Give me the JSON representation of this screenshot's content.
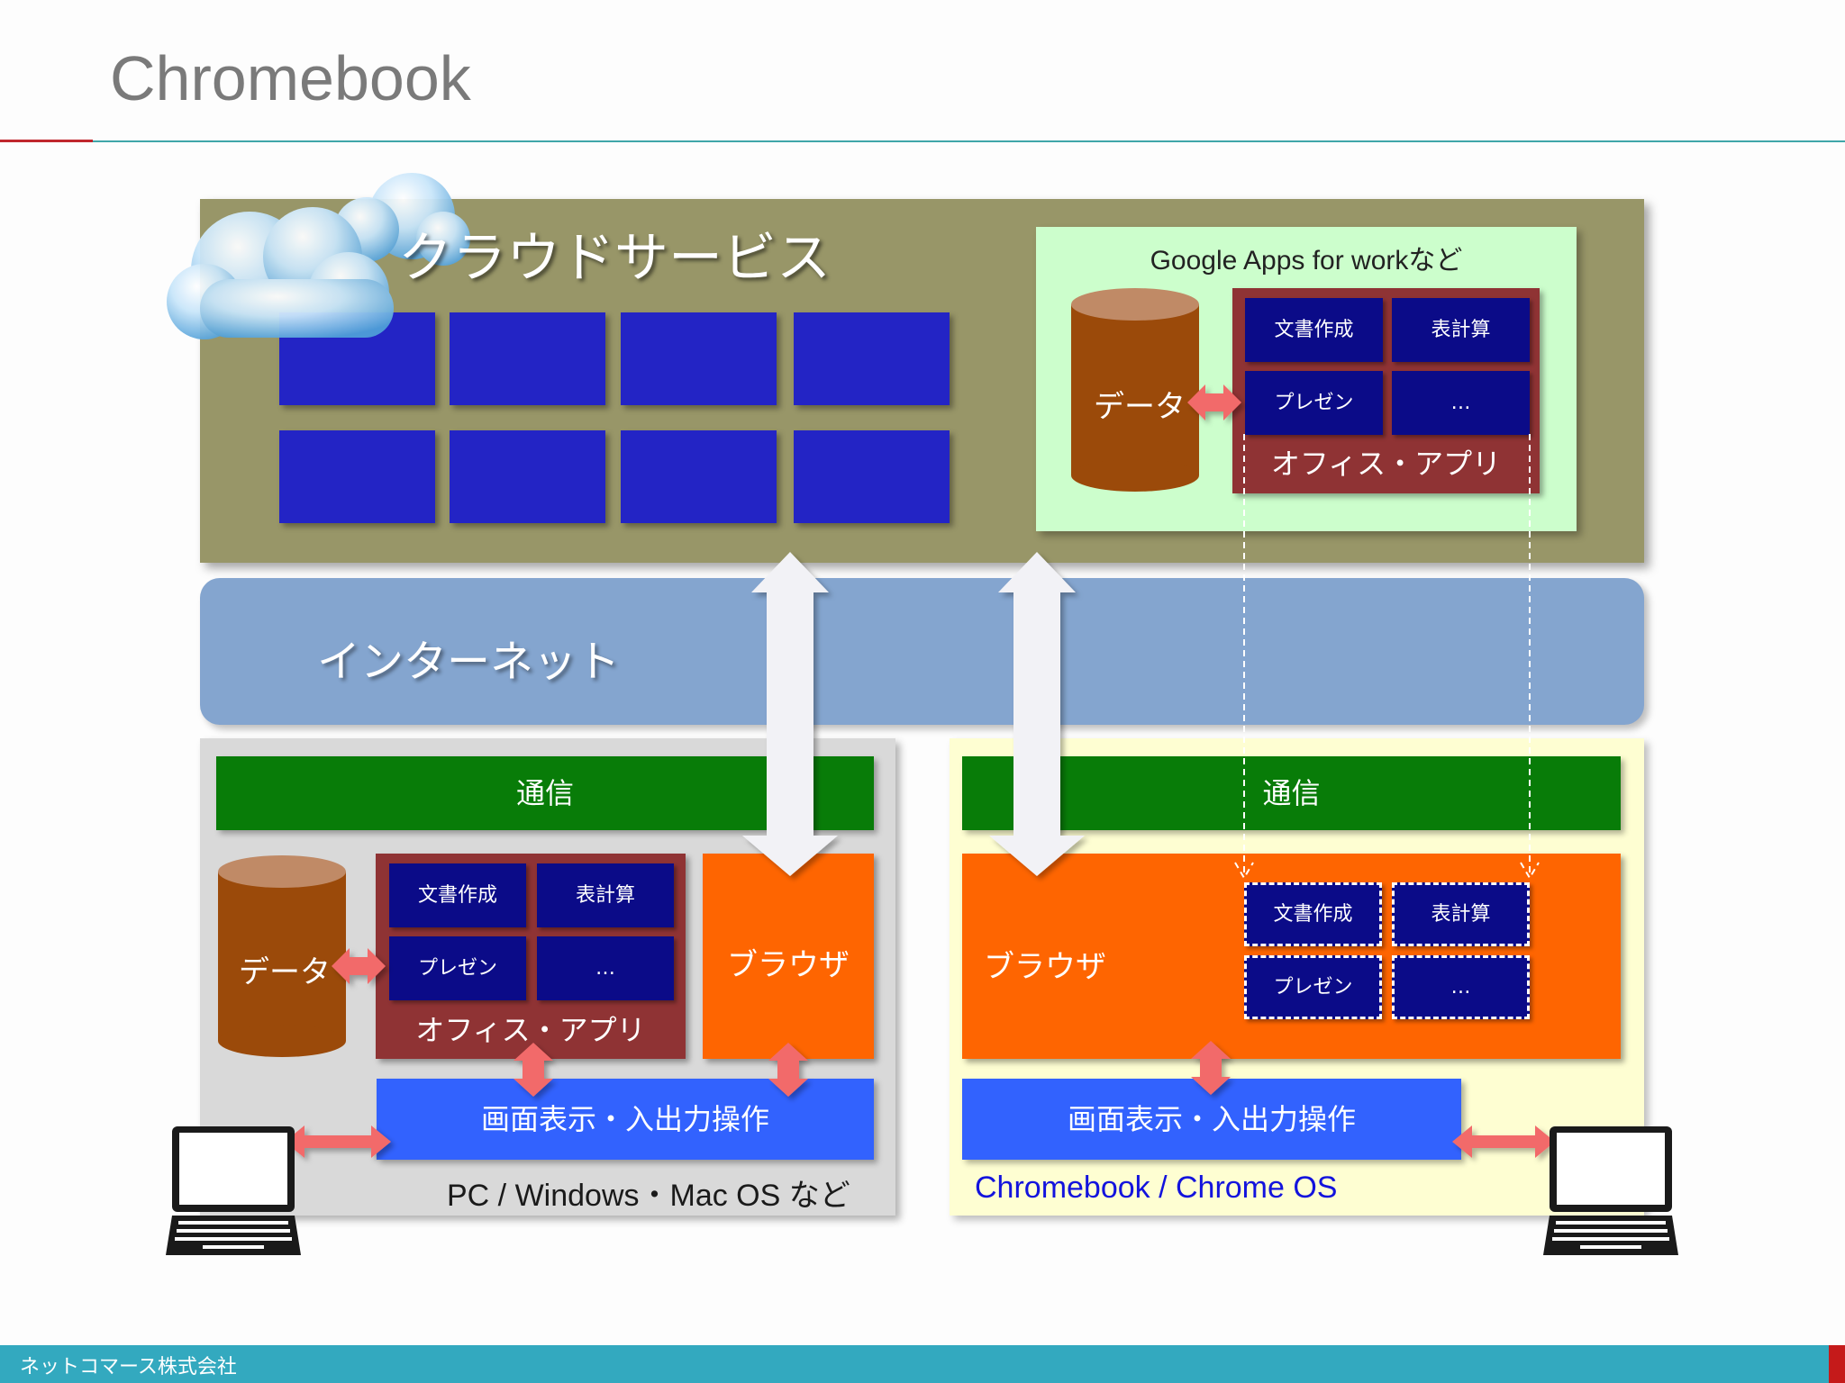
{
  "title": "Chromebook",
  "cloud": {
    "label": "クラウドサービス",
    "google_apps_label": "Google Apps for workなど",
    "data_label": "データ",
    "office_label": "オフィス・アプリ",
    "apps": [
      "文書作成",
      "表計算",
      "プレゼン",
      "…"
    ]
  },
  "internet": {
    "label": "インターネット"
  },
  "pc": {
    "comm_label": "通信",
    "data_label": "データ",
    "apps": [
      "文書作成",
      "表計算",
      "プレゼン",
      "…"
    ],
    "office_label": "オフィス・アプリ",
    "browser_label": "ブラウザ",
    "display_label": "画面表示・入出力操作",
    "os_label": "PC / Windows・Mac OS など"
  },
  "chromebook": {
    "comm_label": "通信",
    "browser_label": "ブラウザ",
    "apps": [
      "文書作成",
      "表計算",
      "プレゼン",
      "…"
    ],
    "display_label": "画面表示・入出力操作",
    "os_label": "Chromebook / Chrome OS"
  },
  "footer": {
    "company": "ネットコマース株式会社"
  },
  "colors": {
    "cloud_panel": "#989668",
    "internet": "#84a5cf",
    "comm": "#087c08",
    "browser": "#fe6501",
    "display": "#3262fe",
    "app_cell": "#0b0b88",
    "office": "#8f3334",
    "arrow": "#f26b6b",
    "os_text_chromebook": "#1313dd"
  }
}
